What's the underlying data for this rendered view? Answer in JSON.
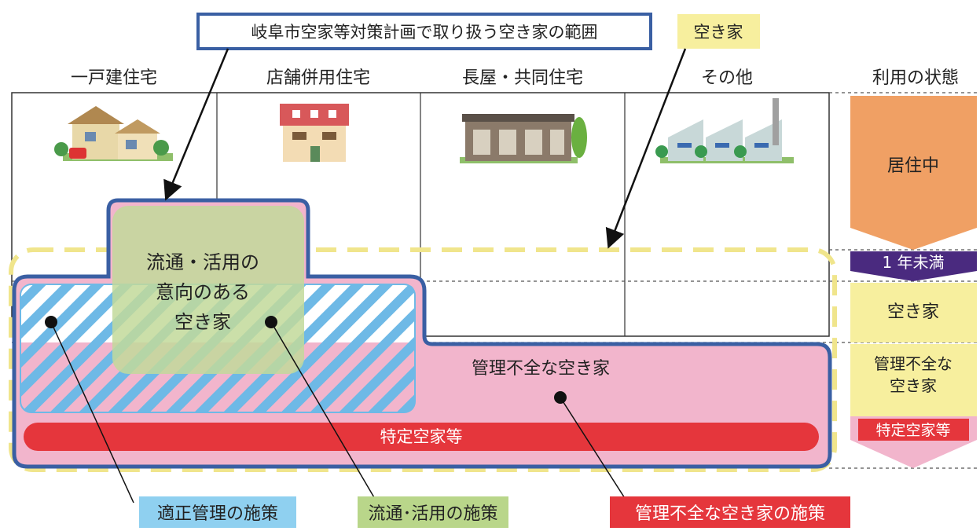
{
  "title_box": "岐阜市空家等対策計画で取り扱う空き家の範囲",
  "akiya_box": "空き家",
  "columns": [
    "一戸建住宅",
    "店舗併用住宅",
    "長屋・共同住宅",
    "その他"
  ],
  "status_header": "利用の状態",
  "status": {
    "occupied": "居住中",
    "under_one_year": "1 年未満",
    "vacant": "空き家",
    "poorly_managed_1": "管理不全な",
    "poorly_managed_2": "空き家",
    "specified": "特定空家等"
  },
  "regions": {
    "distribution_1": "流通・活用の",
    "distribution_2": "意向のある",
    "distribution_3": "空き家",
    "poorly_managed": "管理不全な空き家",
    "specified_bar": "特定空家等"
  },
  "measures": {
    "proper_management": "適正管理の施策",
    "distribution": "流通･活用の施策",
    "poorly_managed": "管理不全な空き家の施策"
  },
  "colors": {
    "blue_frame": "#3a5fa3",
    "yellow_dash": "#f0e58c",
    "pink": "#f2b5cc",
    "red": "#e5363c",
    "hatch_blue": "#6eb9e6",
    "green": "#c2d99a",
    "orange": "#f0a064",
    "purple": "#4a2a7f",
    "pale_yellow": "#f7ef9e",
    "teal_label": "#8fd0f0",
    "green_label": "#b9d68a"
  }
}
